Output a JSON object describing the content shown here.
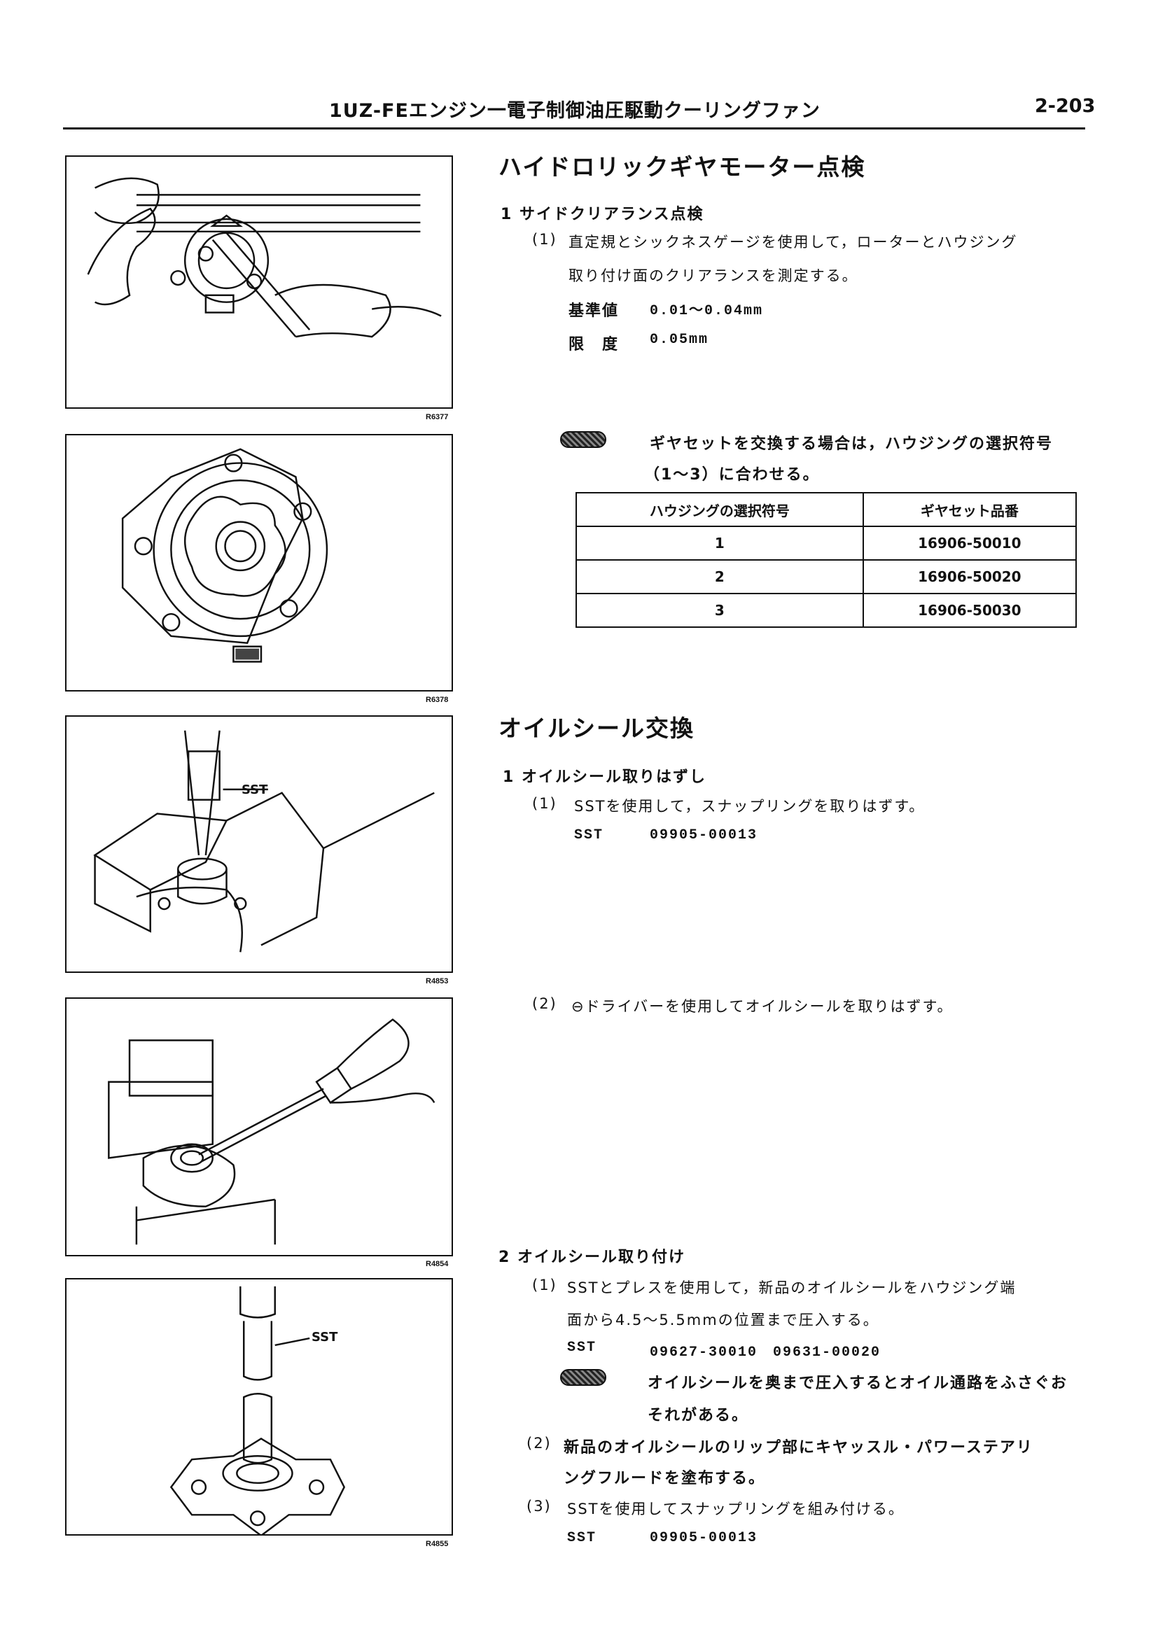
{
  "header": {
    "title": "1UZ-FEエンジン一電子制御油圧駆動クーリングファン",
    "page": "2-203"
  },
  "figures": [
    {
      "code": "R6377"
    },
    {
      "code": "R6378"
    },
    {
      "code": "R4853",
      "label": "SST"
    },
    {
      "code": "R4854"
    },
    {
      "code": "R4855",
      "label": "SST"
    }
  ],
  "section1": {
    "title": "ハイドロリックギヤモーター点検",
    "step1": "1  サイドクリアランス点検",
    "sub1_num": "(1)",
    "sub1_line1": "直定規とシックネスゲージを使用して，ローターとハウジング",
    "sub1_line2": "取り付け面のクリアランスを測定する。",
    "std_label": "基準値",
    "std_value": "0.01〜0.04mm",
    "limit_label": "限　度",
    "limit_value": "0.05mm",
    "note_line1": "ギヤセットを交換する場合は，ハウジングの選択符号",
    "note_line2": "（1〜3）に合わせる。",
    "table": {
      "headers": [
        "ハウジングの選択符号",
        "ギヤセット品番"
      ],
      "rows": [
        [
          "1",
          "16906-50010"
        ],
        [
          "2",
          "16906-50020"
        ],
        [
          "3",
          "16906-50030"
        ]
      ]
    }
  },
  "section2": {
    "title": "オイルシール交換",
    "step1": "1  オイルシール取りはずし",
    "s1_1_num": "(1)",
    "s1_1_text": "SSTを使用して，スナップリングを取りはずす。",
    "s1_1_sst_label": "SST",
    "s1_1_sst_value": "09905-00013",
    "s1_2_num": "(2)",
    "s1_2_text": "⊖ドライバーを使用してオイルシールを取りはずす。",
    "step2": "2  オイルシール取り付け",
    "s2_1_num": "(1)",
    "s2_1_line1": "SSTとプレスを使用して，新品のオイルシールをハウジング端",
    "s2_1_line2": "面から4.5〜5.5mmの位置まで圧入する。",
    "s2_1_sst_label": "SST",
    "s2_1_sst_value": "09627-30010　09631-00020",
    "s2_note_line1": "オイルシールを奥まで圧入するとオイル通路をふさぐお",
    "s2_note_line2": "それがある。",
    "s2_2_num": "(2)",
    "s2_2_line1": "新品のオイルシールのリップ部にキヤッスル・パワーステアリ",
    "s2_2_line2": "ングフルードを塗布する。",
    "s2_3_num": "(3)",
    "s2_3_text": "SSTを使用してスナップリングを組み付ける。",
    "s2_3_sst_label": "SST",
    "s2_3_sst_value": "09905-00013"
  }
}
